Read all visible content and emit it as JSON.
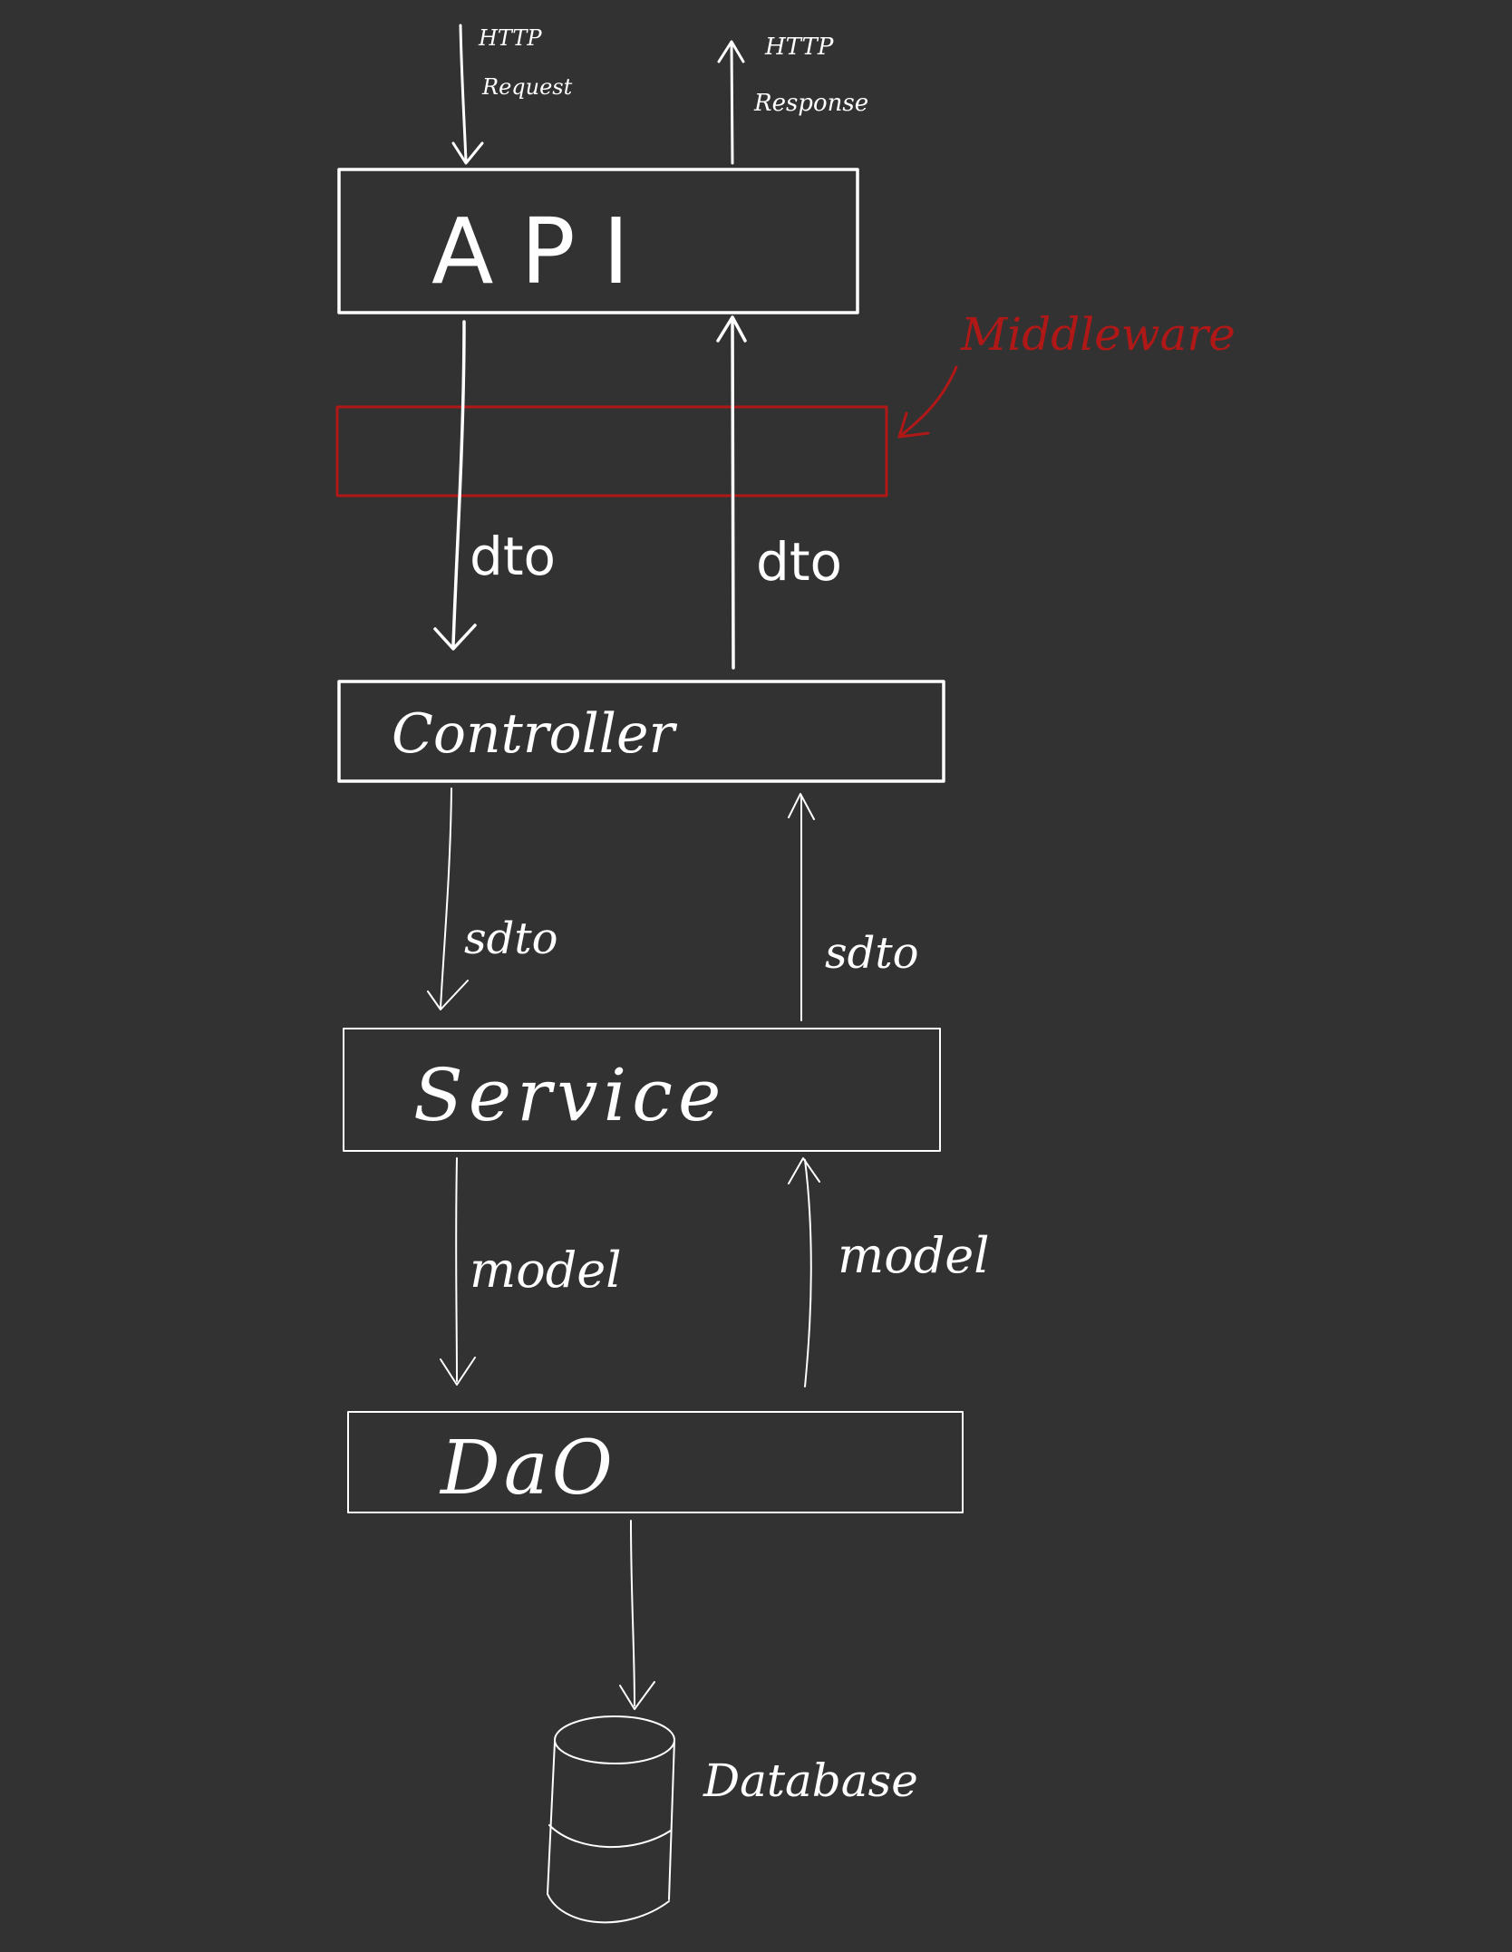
{
  "diagram": {
    "http_request": [
      "HTTP",
      "Request"
    ],
    "http_response": [
      "HTTP",
      "Response"
    ],
    "middleware_label": "Middleware",
    "layers": {
      "api": "API",
      "controller": "Controller",
      "service": "Service",
      "dao": "DaO"
    },
    "edges": {
      "api_to_controller": "dto",
      "controller_to_api": "dto",
      "controller_to_service": "sdto",
      "service_to_controller": "sdto",
      "service_to_dao": "model",
      "dao_to_service": "model"
    },
    "database_label": "Database"
  },
  "colors": {
    "background": "#323232",
    "ink": "#ffffff",
    "middleware": "#b01818"
  }
}
